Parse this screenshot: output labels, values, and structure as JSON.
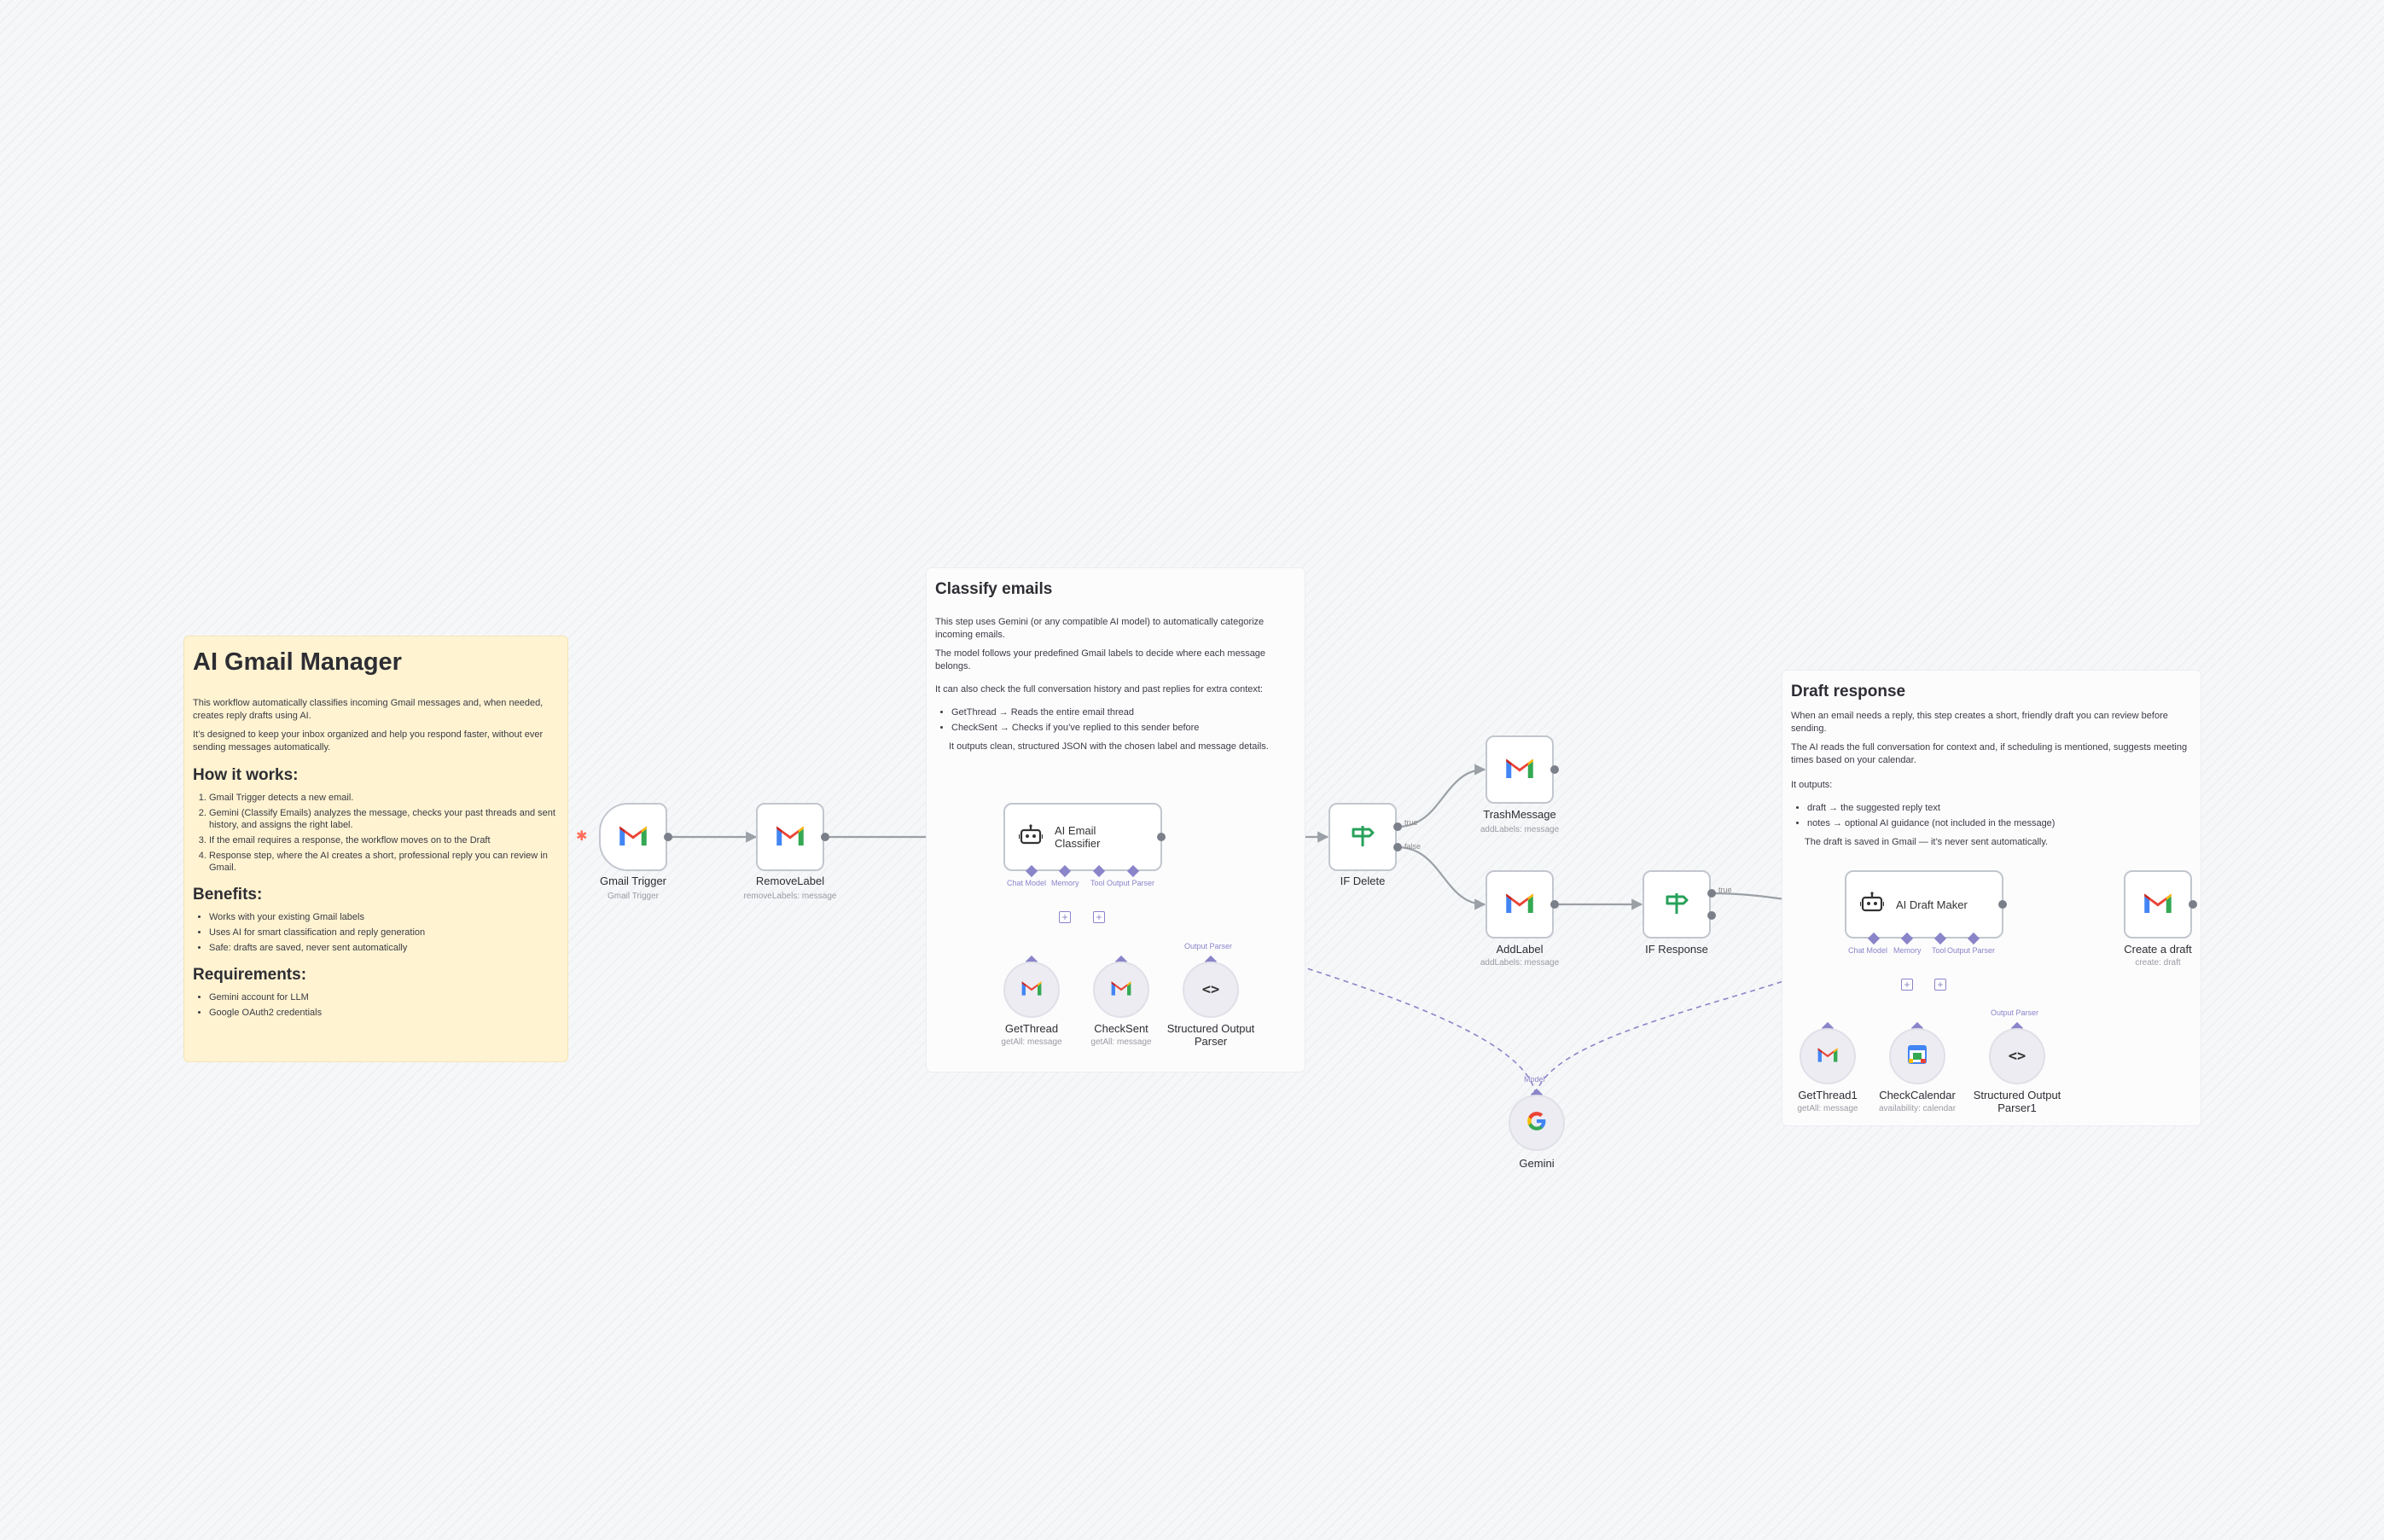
{
  "notes": {
    "intro": {
      "title": "AI Gmail Manager",
      "p1": "This workflow automatically classifies incoming Gmail messages and, when needed, creates reply drafts using AI.",
      "p2": "It’s designed to keep your inbox organized and help you respond faster, without ever sending messages automatically.",
      "how_title": "How it works:",
      "how": [
        "Gmail Trigger detects a new email.",
        "Gemini (Classify Emails) analyzes the message, checks your past threads and sent history, and assigns the right label.",
        "If the email requires a response, the workflow moves on to the Draft",
        "Response step, where the AI creates a short, professional reply you can review in Gmail."
      ],
      "benefits_title": "Benefits:",
      "benefits": [
        "Works with your existing Gmail labels",
        "Uses AI for smart classification and reply generation",
        "Safe: drafts are saved, never sent automatically"
      ],
      "req_title": "Requirements:",
      "requirements": [
        "Gemini account for LLM",
        "Google OAuth2 credentials"
      ]
    },
    "classify": {
      "title": "Classify emails",
      "p1": "This step uses Gemini (or any compatible AI model) to automatically categorize incoming emails.",
      "p2": "The model follows your predefined Gmail labels to decide where each message belongs.",
      "p3": "It can also check the full conversation history and past replies for extra context:",
      "items": [
        "GetThread → Reads the entire email thread",
        "CheckSent → Checks if you’ve replied to this sender before"
      ],
      "p4": "It outputs clean, structured JSON with the chosen label and message details."
    },
    "draft": {
      "title": "Draft response",
      "p1": "When an email needs a reply, this step creates a short, friendly draft you can review before sending.",
      "p2": "The AI reads the full conversation for context and, if scheduling is mentioned, suggests meeting times based on your calendar.",
      "p3": "It outputs:",
      "items": [
        "draft → the suggested reply text",
        "notes → optional AI guidance (not included in the message)"
      ],
      "p4": "The draft is saved in Gmail — it’s never sent automatically."
    }
  },
  "nodes": {
    "gmail_trigger": {
      "label": "Gmail Trigger",
      "sub": "Gmail Trigger"
    },
    "remove_label": {
      "label": "RemoveLabel",
      "sub": "removeLabels: message"
    },
    "ai_classifier": {
      "label_line1": "AI Email",
      "label_line2": "Classifier"
    },
    "if_delete": {
      "label": "IF Delete"
    },
    "trash_message": {
      "label": "TrashMessage",
      "sub": "addLabels: message"
    },
    "add_label": {
      "label": "AddLabel",
      "sub": "addLabels: message"
    },
    "if_response": {
      "label": "IF Response"
    },
    "ai_draft_maker": {
      "label": "AI Draft Maker"
    },
    "create_draft": {
      "label": "Create a draft",
      "sub": "create: draft"
    },
    "get_thread": {
      "label": "GetThread",
      "sub": "getAll: message"
    },
    "check_sent": {
      "label": "CheckSent",
      "sub": "getAll: message"
    },
    "structured_parser": {
      "label_line1": "Structured Output",
      "label_line2": "Parser"
    },
    "gemini": {
      "label": "Gemini"
    },
    "get_thread1": {
      "label": "GetThread1",
      "sub": "getAll: message"
    },
    "check_calendar": {
      "label": "CheckCalendar",
      "sub": "availability: calendar"
    },
    "structured_parser1": {
      "label_line1": "Structured Output",
      "label_line2": "Parser1"
    }
  },
  "ports": {
    "chat_model": "Chat Model",
    "memory": "Memory",
    "tool": "Tool",
    "output_parser": "Output Parser",
    "model": "Model",
    "true": "true",
    "false": "false",
    "plus": "+"
  },
  "icons": {
    "gmail": "gmail-icon",
    "robot": "robot-icon",
    "if": "if-signpost-icon",
    "code": "code-brackets-icon",
    "google": "google-g-icon",
    "calendar": "google-calendar-icon",
    "trigger": "lightning-bolt-icon",
    "code_glyph": "<>"
  },
  "colors": {
    "sticky_yellow": "#fff3d1",
    "wire_main": "#9aa0a6",
    "wire_ai": "#8a84c9",
    "if_green": "#27a15a",
    "trigger_red": "#ff6d5a"
  }
}
